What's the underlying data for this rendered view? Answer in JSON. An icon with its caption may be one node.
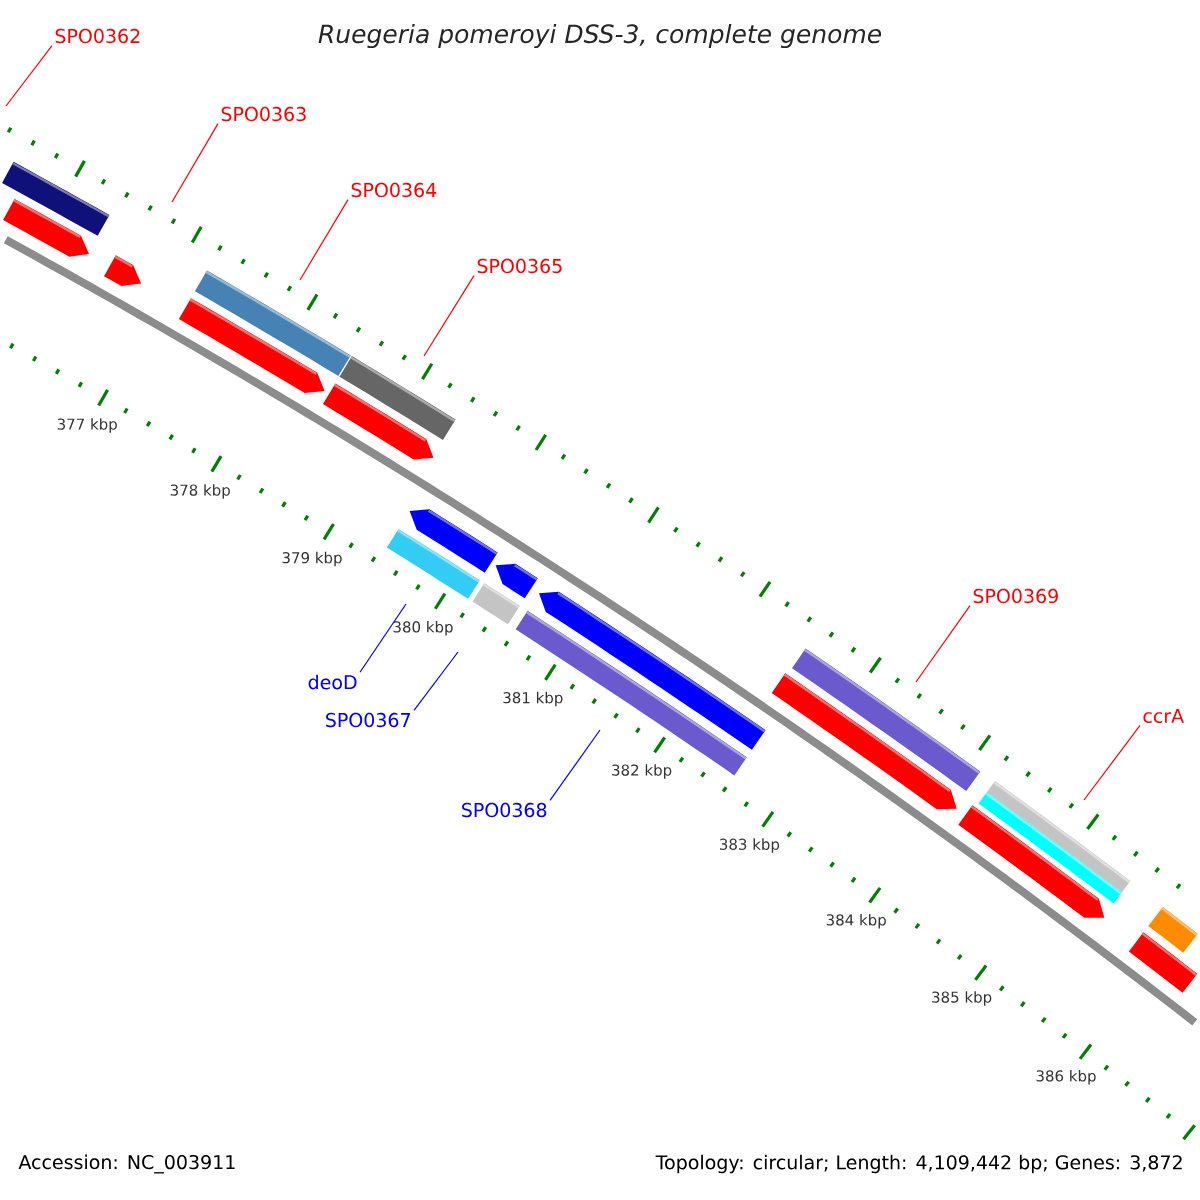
{
  "diagram": {
    "title": "Ruegeria pomeroyi DSS-3, complete genome",
    "nodes": [
      {
        "text": [
          "SPO0362"
        ]
      },
      {
        "text": [
          "SPO0363"
        ]
      },
      {
        "text": [
          "SPO0364"
        ]
      },
      {
        "text": [
          "SPO0365"
        ]
      },
      {
        "text": [
          "SPO0369"
        ]
      },
      {
        "text": [
          "deoD"
        ]
      },
      {
        "text": [
          "ccrA"
        ]
      },
      {
        "text": [
          "SPO0367"
        ]
      },
      {
        "text": [
          "SPO0368"
        ]
      }
    ],
    "edges": [
      {
        "from": 0,
        "to": null,
        "arrow": "none"
      },
      {
        "from": 1,
        "to": null,
        "arrow": "none"
      },
      {
        "from": 2,
        "to": null,
        "arrow": "none"
      },
      {
        "from": 3,
        "to": null,
        "arrow": "none"
      },
      {
        "from": 4,
        "to": null,
        "arrow": "none"
      },
      {
        "from": 5,
        "to": null,
        "arrow": "none",
        "color": "#0000ff"
      },
      {
        "from": 6,
        "to": null,
        "arrow": "none"
      },
      {
        "from": 7,
        "to": null,
        "arrow": "none",
        "color": "#0000ff"
      },
      {
        "from": 8,
        "to": null,
        "arrow": "none",
        "color": "#0000ff"
      }
    ],
    "labels": [
      "377 kbp",
      "378 kbp",
      "379 kbp",
      "380 kbp",
      "381 kbp",
      "382 kbp",
      "383 kbp",
      "384 kbp",
      "385 kbp",
      "386 kbp",
      "Accession: NC_003911",
      "Topology: circular; Length: 4,109,442 bp; Genes: 3,872"
    ]
  }
}
